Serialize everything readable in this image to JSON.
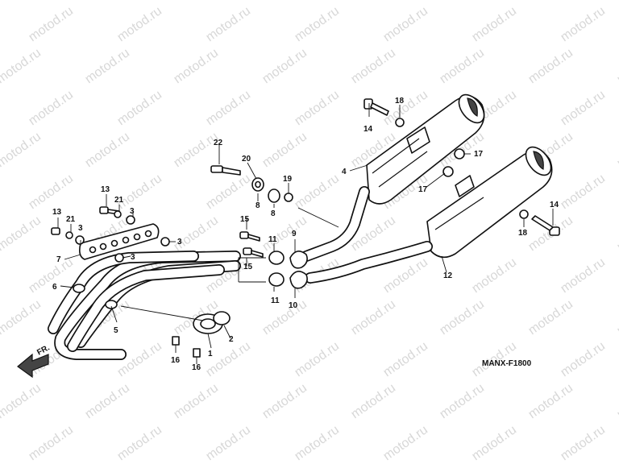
{
  "watermark": "motod.ru",
  "diagram_code": "MANX-F1800",
  "front_label": "FR.",
  "callouts": {
    "c1": "1",
    "c2": "2",
    "c3a": "3",
    "c3b": "3",
    "c3c": "3",
    "c3d": "3",
    "c4": "4",
    "c5": "5",
    "c6": "6",
    "c7": "7",
    "c8a": "8",
    "c8b": "8",
    "c9": "9",
    "c10": "10",
    "c11a": "11",
    "c11b": "11",
    "c12": "12",
    "c13a": "13",
    "c13b": "13",
    "c14a": "14",
    "c14b": "14",
    "c15a": "15",
    "c15b": "15",
    "c16a": "16",
    "c16b": "16",
    "c17a": "17",
    "c17b": "17",
    "c18a": "18",
    "c18b": "18",
    "c19": "19",
    "c20": "20",
    "c21a": "21",
    "c21b": "21",
    "c22": "22"
  },
  "colors": {
    "line": "#111111",
    "watermark": "#d8d8d8"
  }
}
